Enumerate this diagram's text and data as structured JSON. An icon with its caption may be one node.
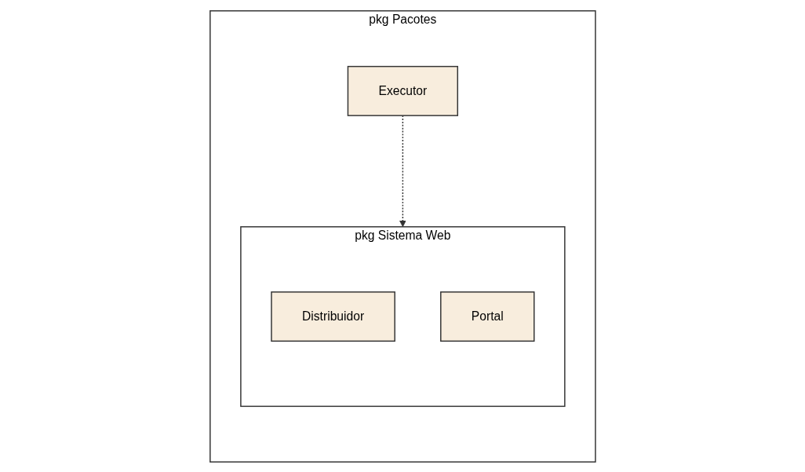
{
  "diagram": {
    "nodes": [
      {
        "text": [
          "pkg Pacotes"
        ]
      },
      {
        "text": [
          "Executor"
        ],
        "in": 0
      },
      {
        "text": [
          "pkg Sistema Web"
        ],
        "in": 0
      },
      {
        "text": [
          "Distribuidor"
        ],
        "in": 2
      },
      {
        "text": [
          "Portal"
        ],
        "in": 2
      }
    ],
    "edges": [
      {
        "from": 1,
        "to": 2,
        "arrow": "to",
        "style": "dashed"
      }
    ]
  }
}
